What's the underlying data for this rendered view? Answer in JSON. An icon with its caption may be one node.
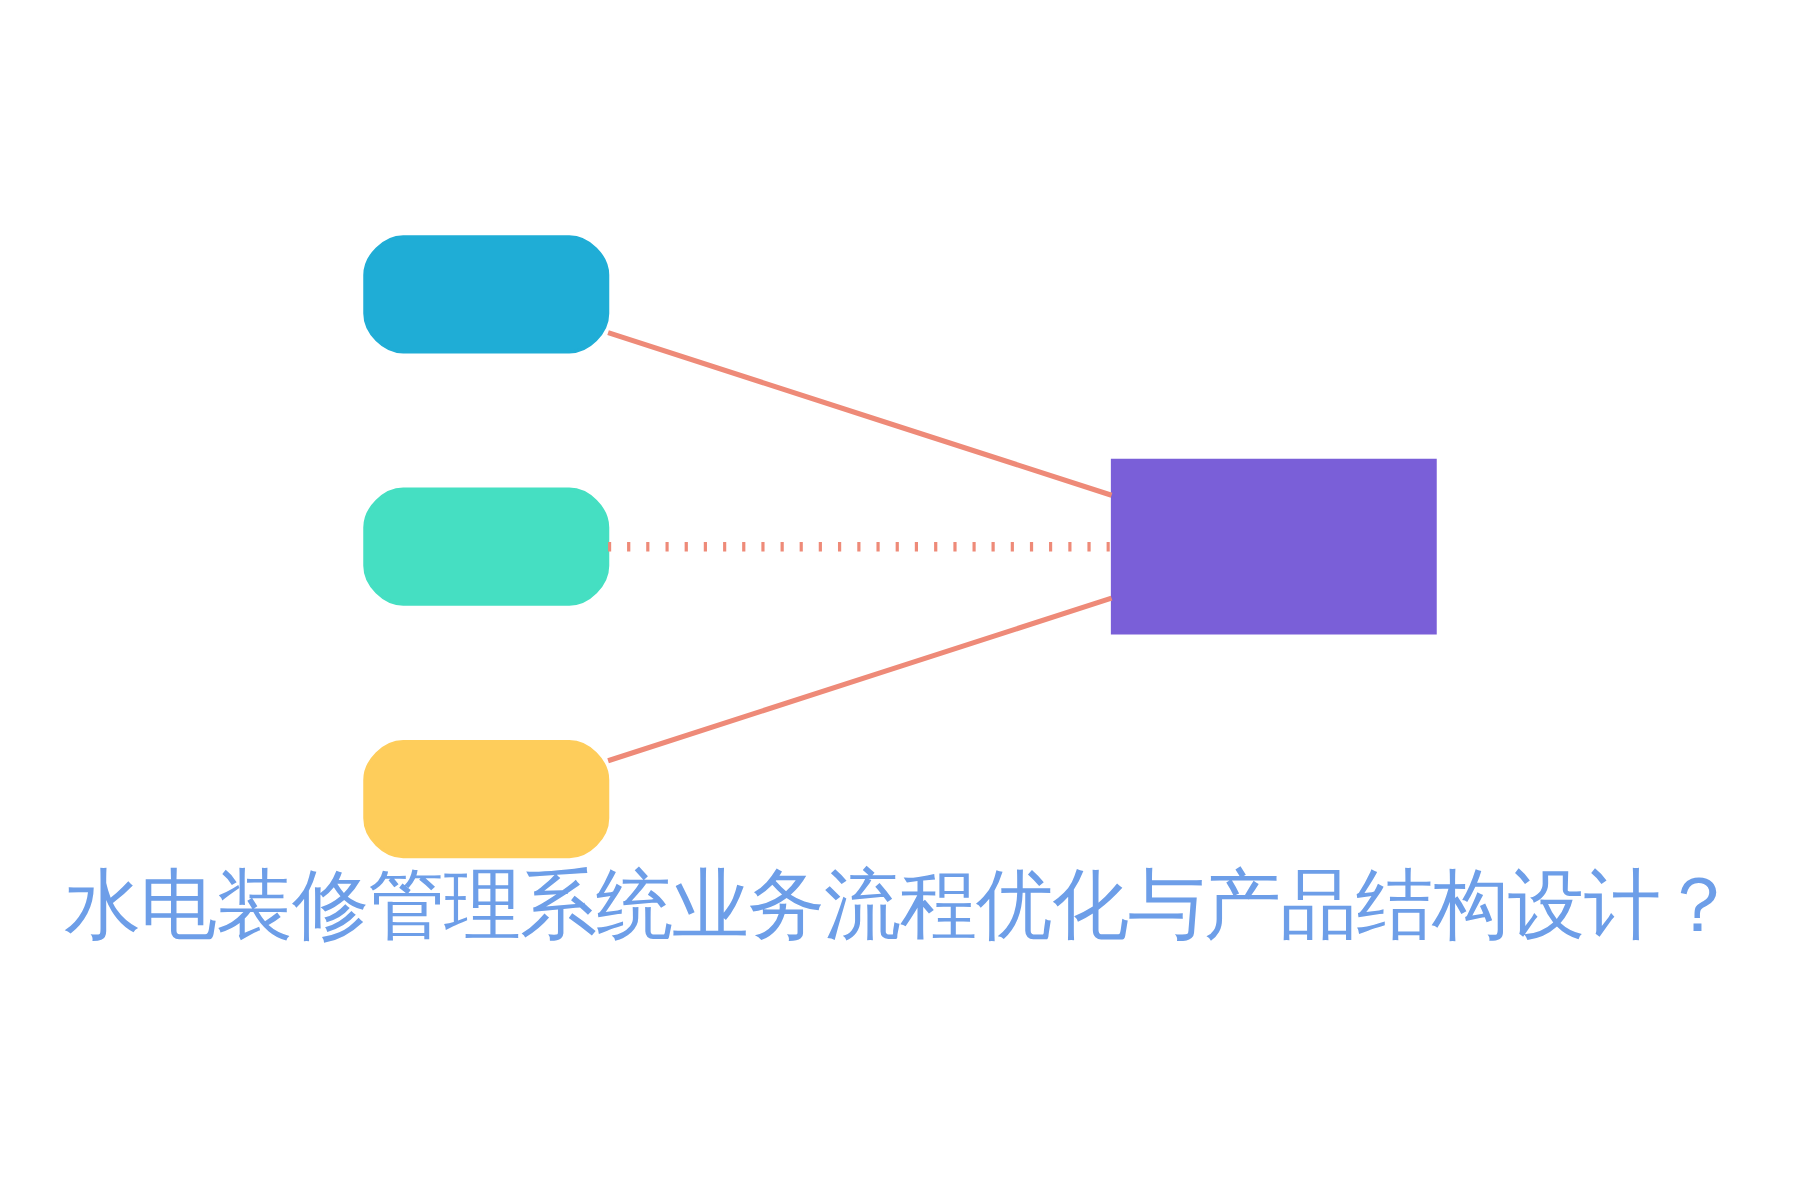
{
  "diagram": {
    "title": "水电装修管理系统业务流程优化与产品结构设计？",
    "nodes": [
      {
        "text": [],
        "shape": "box"
      },
      {
        "text": [],
        "shape": "box"
      },
      {
        "text": [],
        "shape": "box"
      },
      {
        "text": [],
        "shape": "box"
      }
    ],
    "edges": [
      {
        "from": 0,
        "to": 3,
        "arrow": "none"
      },
      {
        "from": 1,
        "to": 3,
        "arrow": "none",
        "style": "dashed"
      },
      {
        "from": 2,
        "to": 3,
        "arrow": "none"
      }
    ]
  }
}
